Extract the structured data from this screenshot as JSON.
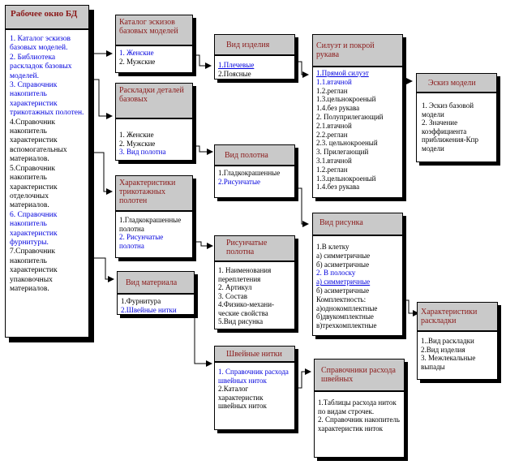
{
  "main": {
    "title": "Рабочее окно БД",
    "items": [
      {
        "text": "1.  Каталог эскизов базовых моделей.",
        "blue": true
      },
      {
        "text": "2.  Библиотека раскладок базовых моделей.",
        "blue": true
      },
      {
        "text": "3.  Справочник накопитель характеристик трикотажных полотен.",
        "blue": true
      },
      {
        "text": "4.Справочник накопитель характеристик вспомогательных материалов.",
        "blue": false
      },
      {
        "text": "5.Справочник накопитель характеристик отделочных материалов.",
        "blue": false
      },
      {
        "text": "6.  Справочник накопитель характеристик фурнитуры.",
        "blue": true
      },
      {
        "text": "7.Справочник накопитель характеристик упаковочных материалов.",
        "blue": false
      }
    ]
  },
  "catalog": {
    "title": "Каталог эскизов базовых моделей",
    "items": [
      {
        "text": "1. Женские",
        "blue": true
      },
      {
        "text": "2. Мужские",
        "blue": false
      }
    ]
  },
  "layouts": {
    "title": "Раскладки деталей базовых",
    "items": [
      {
        "text": "1. Женские",
        "blue": false
      },
      {
        "text": "2. Мужские",
        "blue": false
      },
      {
        "text": "3. Вид полотна",
        "blue": true
      }
    ]
  },
  "knit": {
    "title": "Характеристики трикотажных полотен",
    "items": [
      {
        "text": "1.Гладкокрашенные полотна",
        "blue": false
      },
      {
        "text": "2. Рисунчатые полотна",
        "blue": true
      }
    ]
  },
  "material": {
    "title": "Вид материала",
    "items": [
      {
        "text": "1.Фурнитура",
        "blue": false
      },
      {
        "text": "2.Швейные нитки",
        "blue": true
      }
    ]
  },
  "product": {
    "title": "Вид изделия",
    "items": [
      {
        "text": "1.Плечевые",
        "blue": true,
        "underline": true
      },
      {
        "text": "2.Поясные",
        "blue": false
      }
    ]
  },
  "fabric": {
    "title": "Вид полотна",
    "items": [
      {
        "text": "1.Гладкокрашенные",
        "blue": false
      },
      {
        "text": "2.Рисунчатые",
        "blue": true
      }
    ]
  },
  "patterned": {
    "title": "Рисунчатые полотна",
    "items": [
      {
        "text": "1. Наименования переплетения",
        "blue": false
      },
      {
        "text": "2. Артикул",
        "blue": false
      },
      {
        "text": "3. Состав",
        "blue": false
      },
      {
        "text": "4.Физико-механи-ческие свойства",
        "blue": false
      },
      {
        "text": "5.Вид рисунка",
        "blue": false
      }
    ]
  },
  "threads": {
    "title": "Швейные нитки",
    "items": [
      {
        "text": "1. Справочник расхода швейных ниток",
        "blue": true
      },
      {
        "text": "2.Каталог характеристик швейных ниток",
        "blue": false
      }
    ]
  },
  "silhouette": {
    "title": "Силуэт и покрой рукава",
    "items": [
      {
        "text": "1.Прямой силуэт",
        "blue": true,
        "underline": true
      },
      {
        "text": "1.1.втачной",
        "blue": true
      },
      {
        "text": "1.2.реглан",
        "blue": false
      },
      {
        "text": "1.3.цельнокроеный",
        "blue": false
      },
      {
        "text": "1.4.без рукава",
        "blue": false
      },
      {
        "text": "2. Полуприлегающий",
        "blue": false
      },
      {
        "text": "2.1.втачной",
        "blue": false
      },
      {
        "text": "2.2.реглан",
        "blue": false
      },
      {
        "text": "2.3. цельнокроеный",
        "blue": false
      },
      {
        "text": "3. Прилегающий",
        "blue": false
      },
      {
        "text": "3.1.втачной",
        "blue": false
      },
      {
        "text": "1.2.реглан",
        "blue": false
      },
      {
        "text": "1.3.цельнокроеный",
        "blue": false
      },
      {
        "text": "1.4.без рукава",
        "blue": false
      }
    ]
  },
  "pattern": {
    "title": "Вид рисунка",
    "items": [
      {
        "text": "1.В клетку",
        "blue": false
      },
      {
        "text": "а) симметричные",
        "blue": false
      },
      {
        "text": "б) асиметричные",
        "blue": false
      },
      {
        "text": "2. В полоску",
        "blue": true
      },
      {
        "text": "а) симметричные",
        "blue": true,
        "underline": true
      },
      {
        "text": "б) асиметричные",
        "blue": false
      },
      {
        "text": "Комплектность:",
        "blue": false
      },
      {
        "text": "а)однокомплектные",
        "blue": false
      },
      {
        "text": "б)двукомплектные",
        "blue": false
      },
      {
        "text": "в)трехкомплектные",
        "blue": false
      }
    ]
  },
  "threadref": {
    "title": "Справочники расхода швейных",
    "items": [
      {
        "text": "1.Таблицы расхода ниток по видам строчек.",
        "blue": false
      },
      {
        "text": "2. Справочник накопитель характеристик ниток",
        "blue": false
      }
    ]
  },
  "sketch": {
    "title": "Эскиз модели",
    "items": [
      {
        "text": "1.  Эскиз базовой модели",
        "blue": false
      },
      {
        "text": "2. Значение коэффициента приближения-Кпр модели",
        "blue": false
      }
    ]
  },
  "layoutchar": {
    "title": "Характеристики раскладки",
    "items": [
      {
        "text": "1..Вид раскладки",
        "blue": false
      },
      {
        "text": "2.Вид изделия",
        "blue": false
      },
      {
        "text": "3. Межлекальные выпады",
        "blue": false
      }
    ]
  }
}
